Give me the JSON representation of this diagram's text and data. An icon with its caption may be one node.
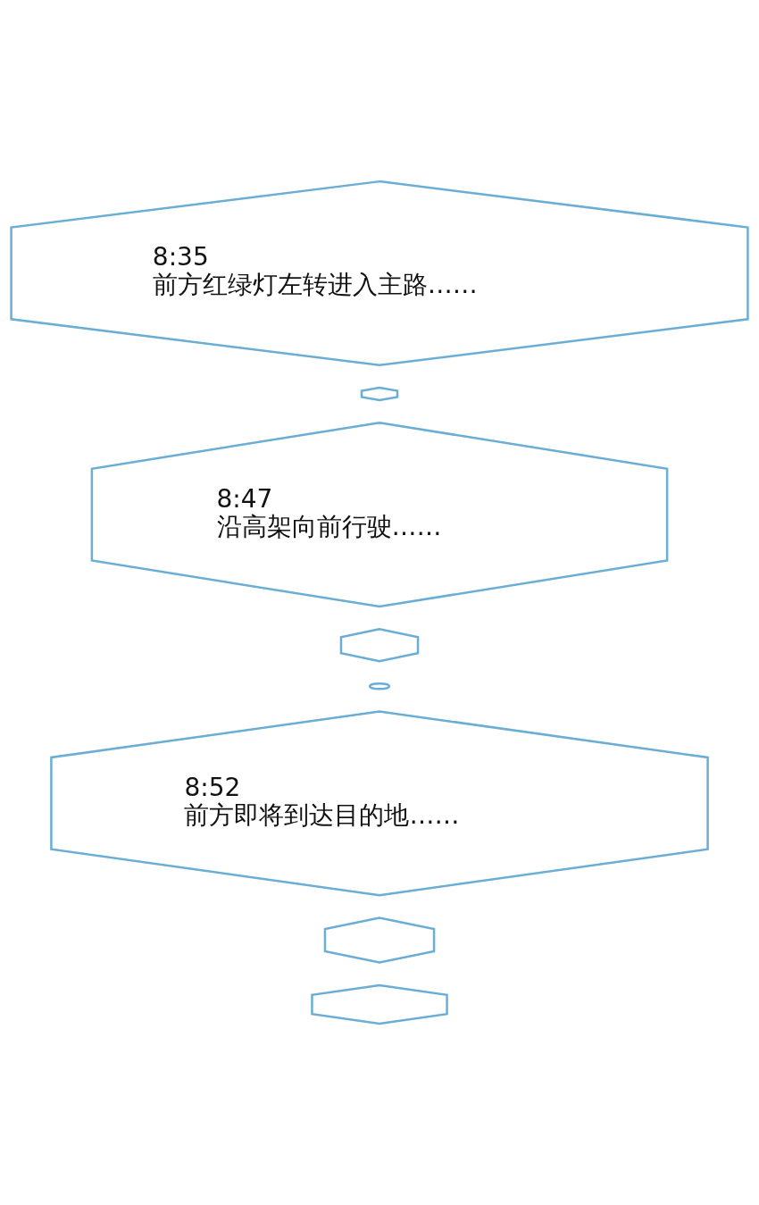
{
  "diagram": {
    "nodes": [
      {
        "text": [
          "8:35",
          "前方红绿灯左转进入主路……"
        ]
      },
      {
        "text": [],
        "shape": "hexagon"
      },
      {
        "text": [
          "8:47",
          "沿高架向前行驶……"
        ]
      },
      {
        "text": [],
        "shape": "hexagon"
      },
      {
        "text": [],
        "shape": "ellipse"
      },
      {
        "text": [
          "8:52",
          "前方即将到达目的地……"
        ]
      },
      {
        "text": [],
        "shape": "hexagon"
      },
      {
        "text": [],
        "shape": "hexagon"
      }
    ],
    "edges": []
  }
}
